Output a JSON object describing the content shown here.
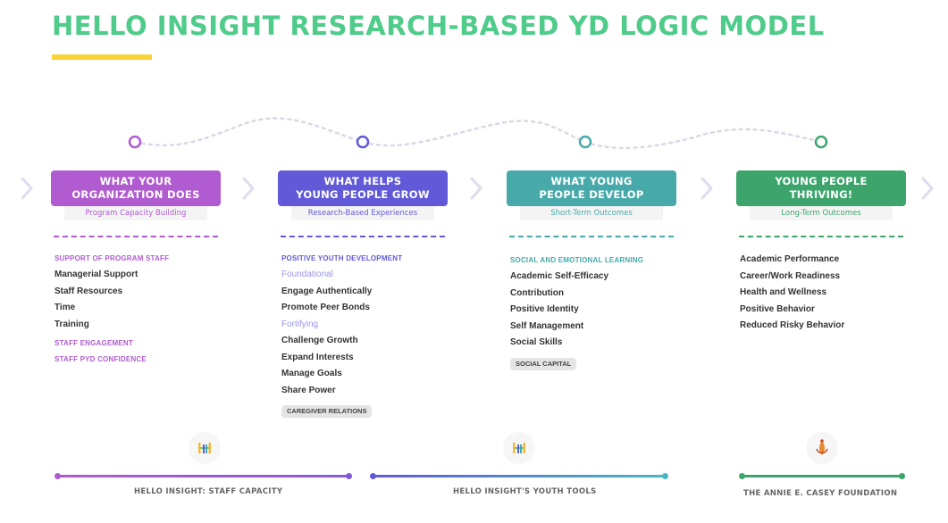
{
  "title": "HELLO INSIGHT RESEARCH-BASED YD LOGIC MODEL",
  "colors": {
    "title": "#4fcb8a",
    "underline": "#f7d335",
    "purple": "#b05bd0",
    "indigo": "#6159d8",
    "teal": "#47a9a9",
    "green": "#3da56c",
    "chevron": "#dcdcef"
  },
  "columns": [
    {
      "header_line1": "WHAT YOUR",
      "header_line2": "ORGANIZATION DOES",
      "subtitle": "Program Capacity Building",
      "groups": [
        {
          "category": "SUPPORT OF PROGRAM STAFF",
          "items": [
            "Managerial Support",
            "Staff Resources",
            "Time",
            "Training"
          ]
        },
        {
          "category": "STAFF ENGAGEMENT",
          "items": []
        },
        {
          "category": "STAFF PYD CONFIDENCE",
          "items": []
        }
      ]
    },
    {
      "header_line1": "WHAT HELPS",
      "header_line2": "YOUNG PEOPLE GROW",
      "subtitle": "Research-Based Experiences",
      "category": "POSITIVE YOUTH DEVELOPMENT",
      "subgroups": [
        {
          "name": "Foundational",
          "items": [
            "Engage Authentically",
            "Promote Peer Bonds"
          ]
        },
        {
          "name": "Fortifying",
          "items": [
            "Challenge Growth",
            "Expand Interests",
            "Manage Goals",
            "Share Power"
          ]
        }
      ],
      "badge": "CAREGIVER RELATIONS"
    },
    {
      "header_line1": "WHAT YOUNG",
      "header_line2": "PEOPLE DEVELOP",
      "subtitle": "Short-Term Outcomes",
      "category": "SOCIAL AND EMOTIONAL LEARNING",
      "items": [
        "Academic Self-Efficacy",
        "Contribution",
        "Positive Identity",
        "Self Management",
        "Social Skills"
      ],
      "badge": "SOCIAL CAPITAL"
    },
    {
      "header_line1": "YOUNG PEOPLE",
      "header_line2": "THRIVING!",
      "subtitle": "Long-Term Outcomes",
      "items": [
        "Academic Performance",
        "Career/Work Readiness",
        "Health and Wellness",
        "Positive Behavior",
        "Reduced Risky Behavior"
      ]
    }
  ],
  "footer": {
    "labels": [
      "HELLO INSIGHT: STAFF CAPACITY",
      "HELLO INSIGHT'S YOUTH TOOLS",
      "THE ANNIE E. CASEY FOUNDATION"
    ],
    "logo_icons": [
      "hello-insight-logo-icon",
      "hello-insight-logo-icon",
      "annie-e-casey-logo-icon"
    ]
  }
}
